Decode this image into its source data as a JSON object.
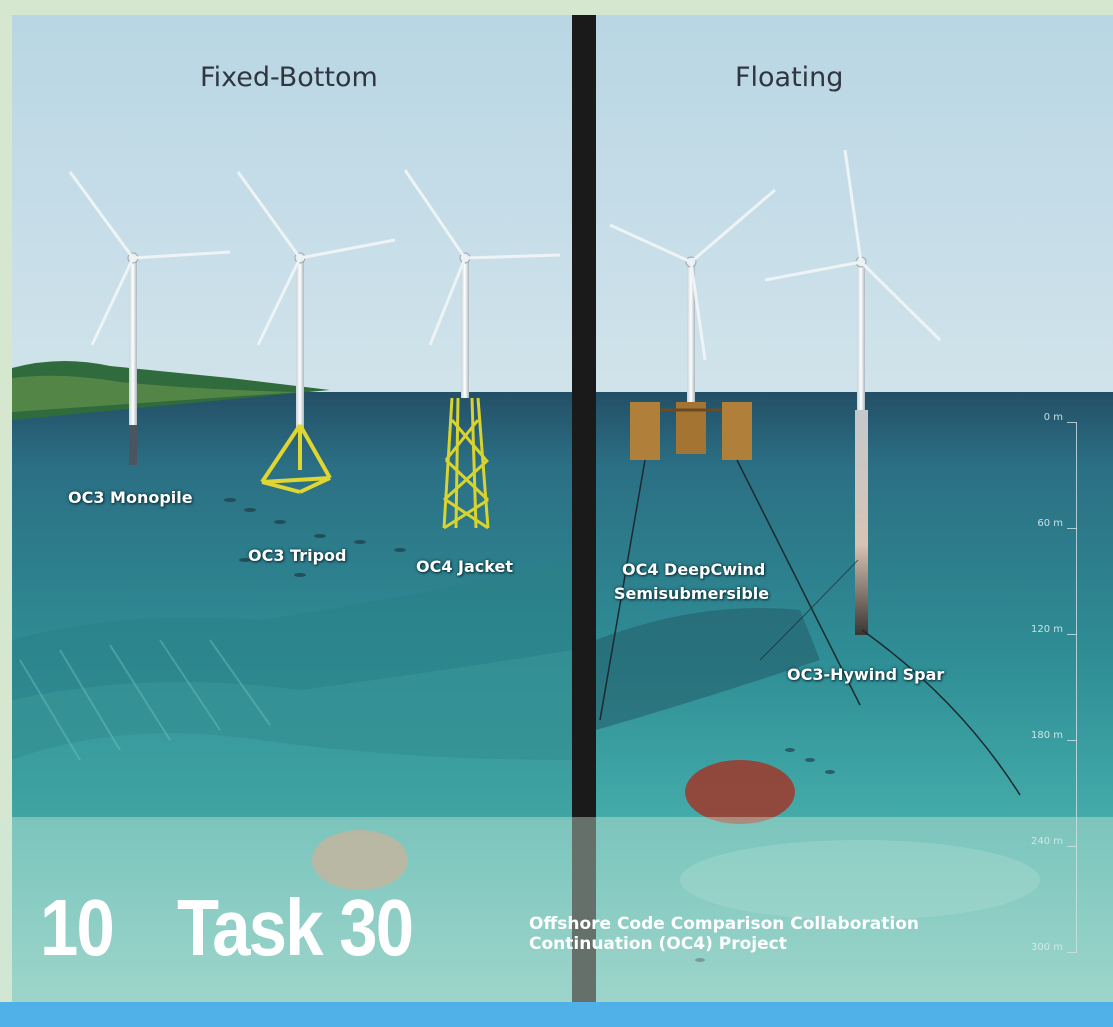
{
  "panels": {
    "left_title": "Fixed-Bottom",
    "right_title": "Floating"
  },
  "labels": {
    "monopile": "OC3 Monopile",
    "tripod": "OC3 Tripod",
    "jacket": "OC4 Jacket",
    "semisub_line1": "OC4 DeepCwind",
    "semisub_line2": "Semisubmersible",
    "spar": "OC3-Hywind Spar"
  },
  "depth_scale": [
    "0 m",
    "60 m",
    "120 m",
    "180 m",
    "240 m",
    "300 m"
  ],
  "banner": {
    "number": "10",
    "title": "Task 30",
    "subtitle_line1": "Offshore Code Comparison Collaboration",
    "subtitle_line2": "Continuation (OC4) Project"
  },
  "colors": {
    "frame": "#d5e7cf",
    "sky": "#cfe3ea",
    "sea_surface": "#2f6d86",
    "sea_deep": "#3ea7a7",
    "divider": "#1a1a1a",
    "accent_bar": "#4fb1e8",
    "structure_yellow": "#e0d632",
    "float_ochre": "#b07f3a"
  }
}
